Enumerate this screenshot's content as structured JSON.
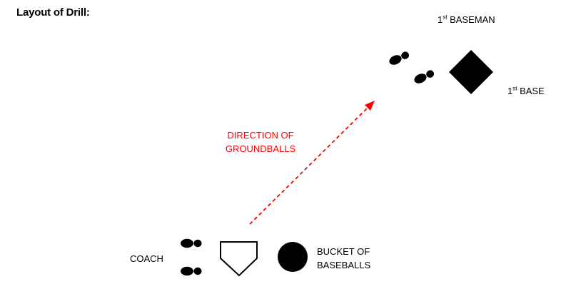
{
  "title": "Layout of Drill:",
  "labels": {
    "first_baseman": {
      "number": "1",
      "ordinal": "st",
      "text": " BASEMAN"
    },
    "first_base": {
      "number": "1",
      "ordinal": "st",
      "text": " BASE"
    },
    "direction": {
      "line1": "DIRECTION OF",
      "line2": "GROUNDBALLS"
    },
    "coach": "COACH",
    "bucket": {
      "line1": "BUCKET OF",
      "line2": "BASEBALLS"
    }
  },
  "colors": {
    "arrow": "#ff0000",
    "ink": "#000000"
  },
  "icons": {
    "first_baseman_feet": "footprints-icon",
    "coach_feet": "footprints-icon",
    "first_base": "base-diamond-icon",
    "home_plate": "home-plate-icon",
    "bucket": "bucket-circle-icon"
  }
}
